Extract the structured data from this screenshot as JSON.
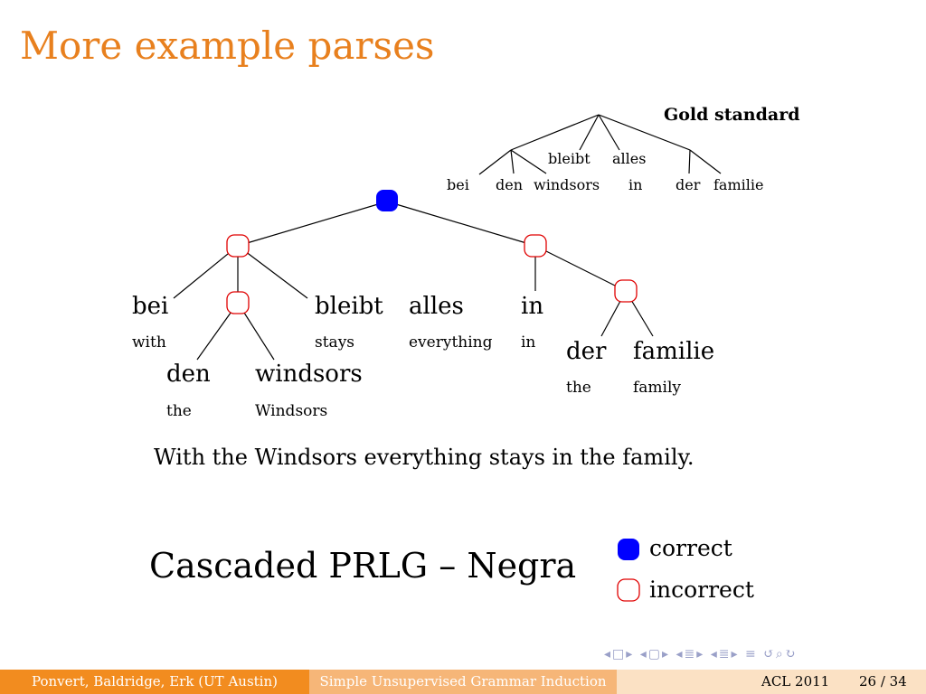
{
  "slide": {
    "title": "More example parses"
  },
  "gold": {
    "label": "Gold standard",
    "words": [
      "bei",
      "den",
      "windsors",
      "bleibt",
      "alles",
      "in",
      "der",
      "familie"
    ]
  },
  "parse": {
    "words": [
      "bei",
      "den",
      "windsors",
      "bleibt",
      "alles",
      "in",
      "der",
      "familie"
    ],
    "glosses": [
      "with",
      "the",
      "Windsors",
      "stays",
      "everything",
      "in",
      "the",
      "family"
    ],
    "root_status": "correct",
    "constituent_status": [
      "incorrect",
      "incorrect",
      "incorrect",
      "incorrect"
    ]
  },
  "sentence": "With the Windsors everything stays in the family.",
  "caption": "Cascaded PRLG – Negra",
  "legend": {
    "correct": "correct",
    "incorrect": "incorrect"
  },
  "colors": {
    "title": "#e8801e",
    "correct_fill": "#0000ff",
    "incorrect_stroke": "#e00000",
    "footer_dark": "#f28c1f",
    "footer_mid": "#f6b678",
    "footer_light": "#fbe1c4"
  },
  "footer": {
    "authors": "Ponvert, Baldridge, Erk  (UT Austin)",
    "talk": "Simple Unsupervised Grammar Induction",
    "venue": "ACL 2011",
    "page": "26 / 34"
  },
  "nav_icons": [
    "nav-prev-icon",
    "nav-next-icon",
    "nav-section-icon",
    "nav-subsection-icon",
    "nav-search-icon",
    "nav-back-icon"
  ]
}
